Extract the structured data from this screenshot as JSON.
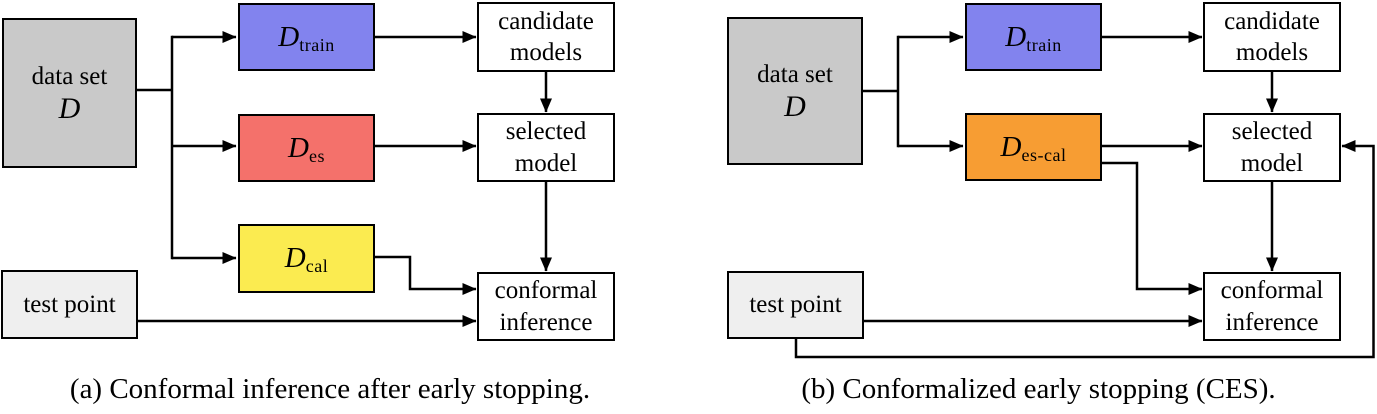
{
  "figure": {
    "background": "#ffffff",
    "line_color": "#000000",
    "box_border_color": "#000000"
  },
  "panels": [
    {
      "id": "a",
      "caption": "(a) Conformal inference after early stopping.",
      "nodes": {
        "dataset": {
          "label_line1": "data set",
          "symbol": "D",
          "fill": "#c9c9c9"
        },
        "train": {
          "symbol": "D",
          "subscript": "train",
          "fill": "#8283ee"
        },
        "es": {
          "symbol": "D",
          "subscript": "es",
          "fill": "#f4716b"
        },
        "cal": {
          "symbol": "D",
          "subscript": "cal",
          "fill": "#fbeb50"
        },
        "candidate_models": {
          "label_line1": "candidate",
          "label_line2": "models",
          "fill": "#ffffff"
        },
        "selected_model": {
          "label_line1": "selected",
          "label_line2": "model",
          "fill": "#ffffff"
        },
        "conformal_inference": {
          "label_line1": "conformal",
          "label_line2": "inference",
          "fill": "#ffffff"
        },
        "test_point": {
          "label_line1": "test point",
          "fill": "#efefef"
        }
      },
      "edges": [
        {
          "from": "dataset",
          "to": "train"
        },
        {
          "from": "dataset",
          "to": "es"
        },
        {
          "from": "dataset",
          "to": "cal"
        },
        {
          "from": "train",
          "to": "candidate_models"
        },
        {
          "from": "es",
          "to": "selected_model"
        },
        {
          "from": "cal",
          "to": "conformal_inference"
        },
        {
          "from": "candidate_models",
          "to": "selected_model"
        },
        {
          "from": "selected_model",
          "to": "conformal_inference"
        },
        {
          "from": "test_point",
          "to": "conformal_inference"
        }
      ]
    },
    {
      "id": "b",
      "caption": "(b) Conformalized early stopping (CES).",
      "nodes": {
        "dataset": {
          "label_line1": "data set",
          "symbol": "D",
          "fill": "#c9c9c9"
        },
        "train": {
          "symbol": "D",
          "subscript": "train",
          "fill": "#8283ee"
        },
        "es_cal": {
          "symbol": "D",
          "subscript": "es-cal",
          "fill": "#f79d33"
        },
        "candidate_models": {
          "label_line1": "candidate",
          "label_line2": "models",
          "fill": "#ffffff"
        },
        "selected_model": {
          "label_line1": "selected",
          "label_line2": "model",
          "fill": "#ffffff"
        },
        "conformal_inference": {
          "label_line1": "conformal",
          "label_line2": "inference",
          "fill": "#ffffff"
        },
        "test_point": {
          "label_line1": "test point",
          "fill": "#efefef"
        }
      },
      "edges": [
        {
          "from": "dataset",
          "to": "train"
        },
        {
          "from": "dataset",
          "to": "es_cal"
        },
        {
          "from": "train",
          "to": "candidate_models"
        },
        {
          "from": "es_cal",
          "to": "selected_model"
        },
        {
          "from": "es_cal",
          "to": "conformal_inference"
        },
        {
          "from": "candidate_models",
          "to": "selected_model"
        },
        {
          "from": "selected_model",
          "to": "conformal_inference"
        },
        {
          "from": "test_point",
          "to": "conformal_inference"
        },
        {
          "from": "test_point",
          "to": "selected_model",
          "note": "feedback loop around bottom and right side"
        }
      ]
    }
  ]
}
